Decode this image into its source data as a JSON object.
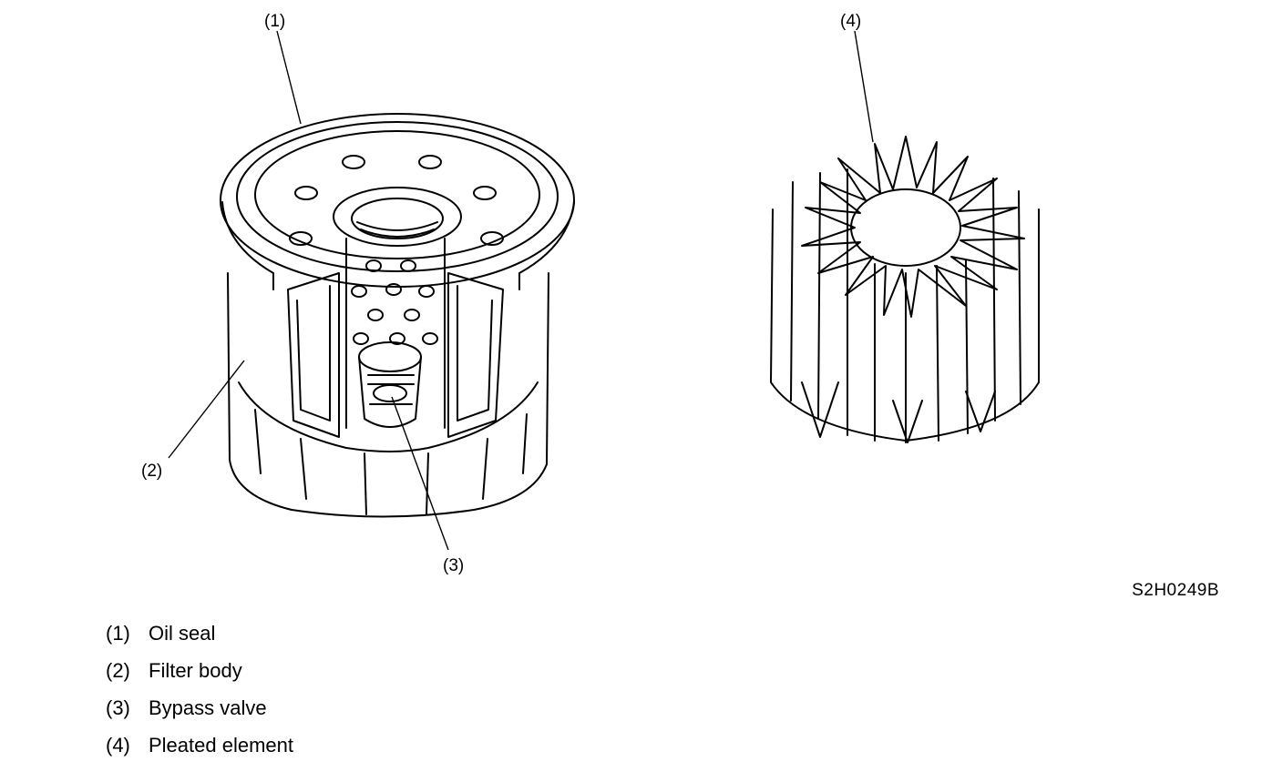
{
  "callouts": {
    "c1": "(1)",
    "c2": "(2)",
    "c3": "(3)",
    "c4": "(4)"
  },
  "figure_code": "S2H0249B",
  "legend": [
    {
      "num": "(1)",
      "label": "Oil seal"
    },
    {
      "num": "(2)",
      "label": "Filter body"
    },
    {
      "num": "(3)",
      "label": "Bypass valve"
    },
    {
      "num": "(4)",
      "label": "Pleated element"
    }
  ],
  "colors": {
    "ink": "#000000",
    "paper": "#ffffff"
  }
}
